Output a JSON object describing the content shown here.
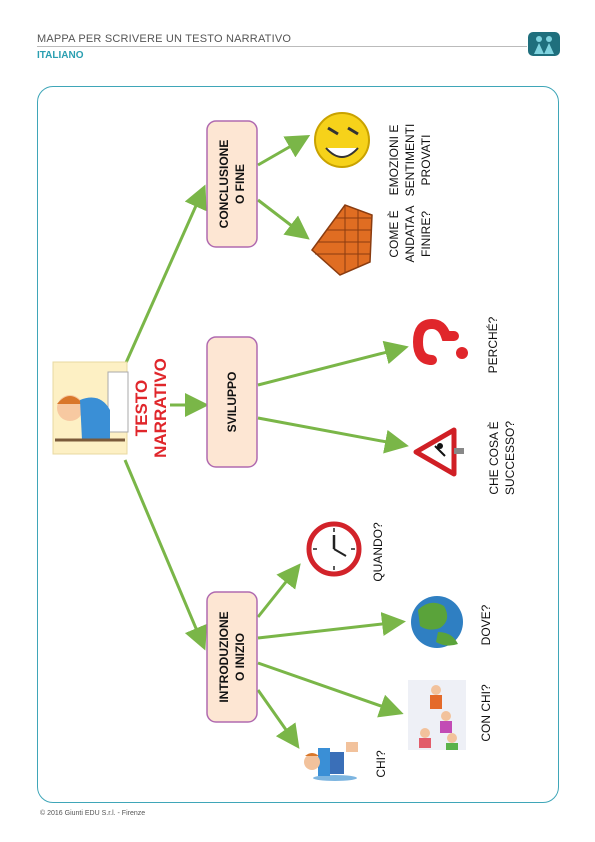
{
  "header": {
    "title": "MAPPA PER SCRIVERE UN TESTO NARRATIVO",
    "subject": "ITALIANO"
  },
  "footer": {
    "copyright": "© 2016 Giunti EDU S.r.l. - Firenze"
  },
  "colors": {
    "accent": "#2a9fb1",
    "box_fill": "#fde6d3",
    "box_border": "#b06ab0",
    "arrow": "#7ab648",
    "title_red": "#e0262b"
  },
  "center": {
    "title_line1": "TESTO",
    "title_line2": "NARRATIVO",
    "image": "person-writing-icon"
  },
  "sections": [
    {
      "label_line1": "CONCLUSIONE",
      "label_line2": "O FINE",
      "items": [
        {
          "icon": "smiling-face-icon",
          "text_lines": [
            "EMOZIONI E",
            "SENTIMENTI",
            "PROVATI"
          ]
        },
        {
          "icon": "brick-wall-icon",
          "text_lines": [
            "COME È",
            "ANDATA A",
            "FINIRE?"
          ]
        }
      ]
    },
    {
      "label_line1": "SVILUPPO",
      "label_line2": "",
      "items": [
        {
          "icon": "question-mark-icon",
          "text_lines": [
            "PERCHÉ?"
          ]
        },
        {
          "icon": "warning-sign-icon",
          "text_lines": [
            "CHE COSA È",
            "SUCCESSO?"
          ]
        }
      ]
    },
    {
      "label_line1": "INTRODUZIONE",
      "label_line2": "O INIZIO",
      "items": [
        {
          "icon": "clock-icon",
          "text_lines": [
            "QUANDO?"
          ]
        },
        {
          "icon": "globe-icon",
          "text_lines": [
            "DOVE?"
          ]
        },
        {
          "icon": "group-of-people-icon",
          "text_lines": [
            "CON CHI?"
          ]
        },
        {
          "icon": "sitting-boy-icon",
          "text_lines": [
            "CHI?"
          ]
        }
      ]
    }
  ]
}
